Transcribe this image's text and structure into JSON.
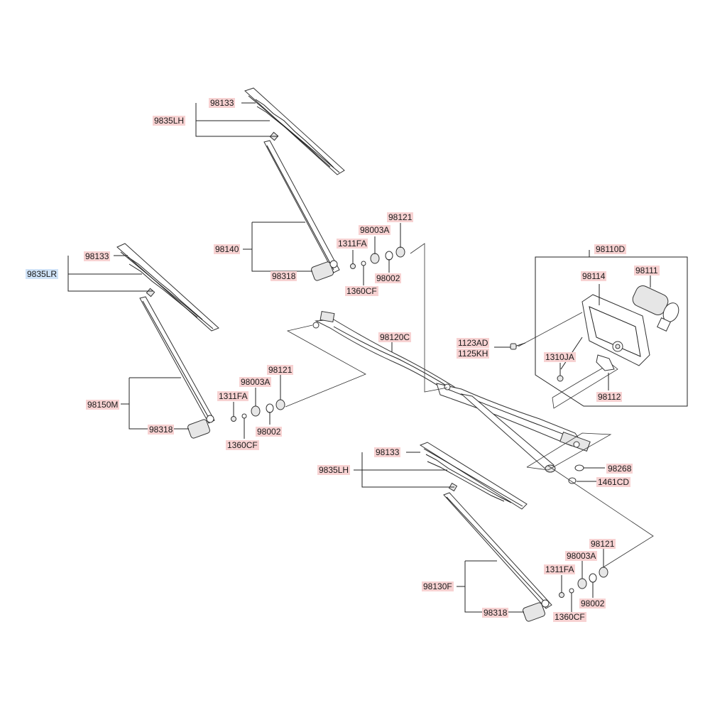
{
  "labels": {
    "top_98133": "98133",
    "top_9835LH": "9835LH",
    "top_98140": "98140",
    "top_98318": "98318",
    "top_1311FA": "1311FA",
    "top_98003A": "98003A",
    "top_98121": "98121",
    "top_98002": "98002",
    "top_1360CF": "1360CF",
    "left_98133": "98133",
    "left_9835LR": "9835LR",
    "left_98150M": "98150M",
    "left_98318": "98318",
    "left_1311FA": "1311FA",
    "left_98003A": "98003A",
    "left_98121": "98121",
    "left_98002": "98002",
    "left_1360CF": "1360CF",
    "link_98120C": "98120C",
    "motor_98110D": "98110D",
    "motor_98114": "98114",
    "motor_98111": "98111",
    "bolt_1123AD": "1123AD",
    "bolt_1125KH": "1125KH",
    "nut_1310JA": "1310JA",
    "crank_98112": "98112",
    "bush_98268": "98268",
    "ring_1461CD": "1461CD",
    "bot_98133": "98133",
    "bot_9835LH": "9835LH",
    "bot_98130F": "98130F",
    "bot_98318": "98318",
    "bot_1311FA": "1311FA",
    "bot_98003A": "98003A",
    "bot_98121": "98121",
    "bot_98002": "98002",
    "bot_1360CF": "1360CF"
  },
  "colors": {
    "label_bg": "#f7d2d2",
    "selected_label_bg": "#cfe2f7",
    "line": "#222222"
  },
  "selected_part": "9835LR"
}
